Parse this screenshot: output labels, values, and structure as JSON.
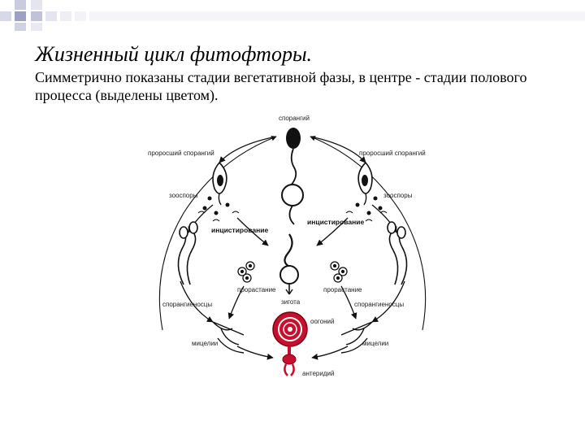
{
  "slide": {
    "title": "Жизненный цикл фитофторы.",
    "subtitle": "Симметрично показаны стадии вегетативной фазы, в центре - стадии полового процесса (выделены цветом)."
  },
  "diagram": {
    "labels": {
      "sporangium": "спорангий",
      "sprouted_sporangium_left": "проросший спорангий",
      "sprouted_sporangium_right": "проросший спорангий",
      "zoospores_left": "зооспоры",
      "zoospores_right": "зооспоры",
      "encystment_left": "инцистирование",
      "encystment_right": "инцистирование",
      "germination_left": "прорастание",
      "germination_right": "прорастание",
      "sporangiophores_left": "спорангиеносцы",
      "sporangiophores_right": "спорангиеносцы",
      "zygote": "зигота",
      "oogonium": "оогоний",
      "mycelium_left": "мицелии",
      "mycelium_right": "мицелии",
      "antheridium": "антеридий"
    },
    "colors": {
      "sexual_stage": "#c8102e",
      "line": "#111111"
    }
  }
}
